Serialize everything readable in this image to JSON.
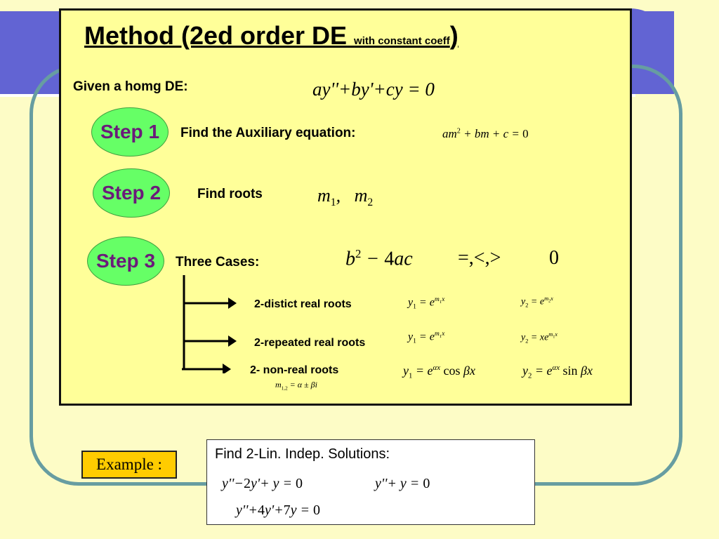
{
  "title": {
    "main": "Method (2ed order DE",
    "small": "with constant coeff",
    "close": ")"
  },
  "given": {
    "label": "Given a homg DE:",
    "equation": "ay''+by'+cy = 0"
  },
  "step1": {
    "badge": "Step 1",
    "label": "Find the Auxiliary equation:"
  },
  "step2": {
    "badge": "Step 2",
    "label": "Find roots"
  },
  "step3": {
    "badge": "Step 3",
    "label": "Three Cases:"
  },
  "cases": [
    {
      "label": "2-distict real roots"
    },
    {
      "label": "2-repeated real roots"
    },
    {
      "label": "2- non-real roots"
    }
  ],
  "example": {
    "label": "Example :",
    "prompt": "Find 2-Lin. Indep. Solutions:"
  },
  "colors": {
    "band": "#6264d3",
    "frame": "#679da1",
    "panel": "#ffff99",
    "step_fill": "#66ff66",
    "step_text": "#6b1a7a",
    "example_fill": "#ffcc00"
  }
}
